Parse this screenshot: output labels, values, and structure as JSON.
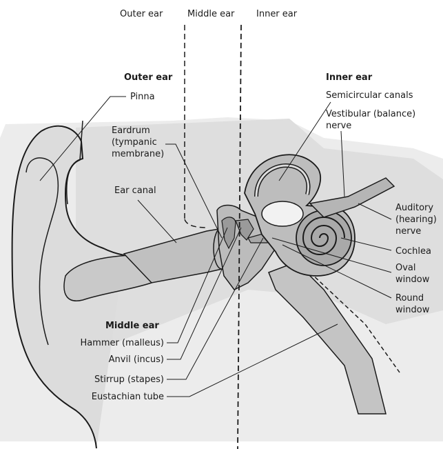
{
  "regions": {
    "outer": "Outer ear",
    "middle": "Middle ear",
    "inner": "Inner ear"
  },
  "labels": {
    "outer_ear_heading": "Outer ear",
    "pinna": "Pinna",
    "eardrum": "Eardrum\n(tympanic\nmembrane)",
    "ear_canal": "Ear canal",
    "middle_ear_heading": "Middle ear",
    "hammer": "Hammer (malleus)",
    "anvil": "Anvil (incus)",
    "stirrup": "Stirrup (stapes)",
    "eustachian": "Eustachian tube",
    "inner_ear_heading": "Inner ear",
    "semicircular": "Semicircular canals",
    "vestibular": "Vestibular (balance)\nnerve",
    "auditory": "Auditory\n(hearing)\nnerve",
    "cochlea": "Cochlea",
    "oval": "Oval\nwindow",
    "round": "Round\nwindow"
  },
  "colors": {
    "background_tint": "#e8e8e8",
    "anatomy_fill": "#c9c9c9",
    "outline": "#1a1a1a"
  }
}
